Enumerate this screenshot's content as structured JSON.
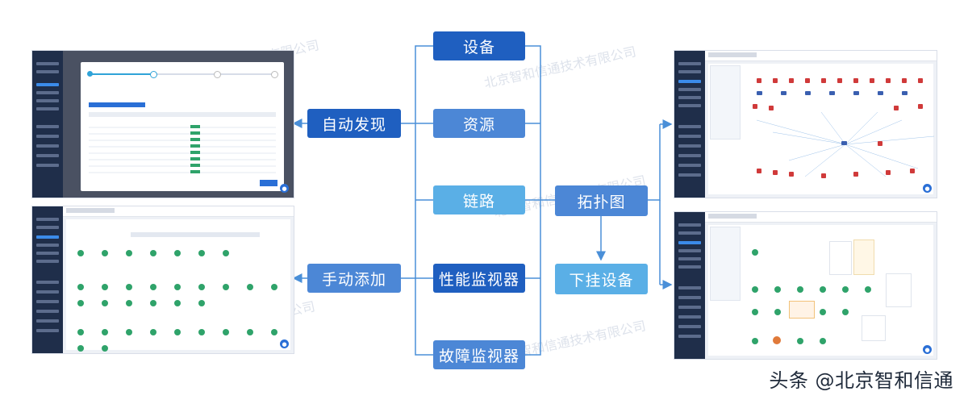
{
  "center_nodes": {
    "device": "设备",
    "resource": "资源",
    "link": "链路",
    "perf_monitor": "性能监视器",
    "fault_monitor": "故障监视器"
  },
  "left_nodes": {
    "auto_discover": "自动发现",
    "manual_add": "手动添加"
  },
  "right_nodes": {
    "topology": "拓扑图",
    "attached_device": "下挂设备"
  },
  "watermark_text": "北京智和信通技术有限公司",
  "credit": "头条 @北京智和信通",
  "colors": {
    "dark_node": "#1f5fc0",
    "mid_node": "#4c87d6",
    "light_node": "#5aafe6",
    "connector": "#4a8fd8",
    "sidebar": "#1f2e4a"
  }
}
